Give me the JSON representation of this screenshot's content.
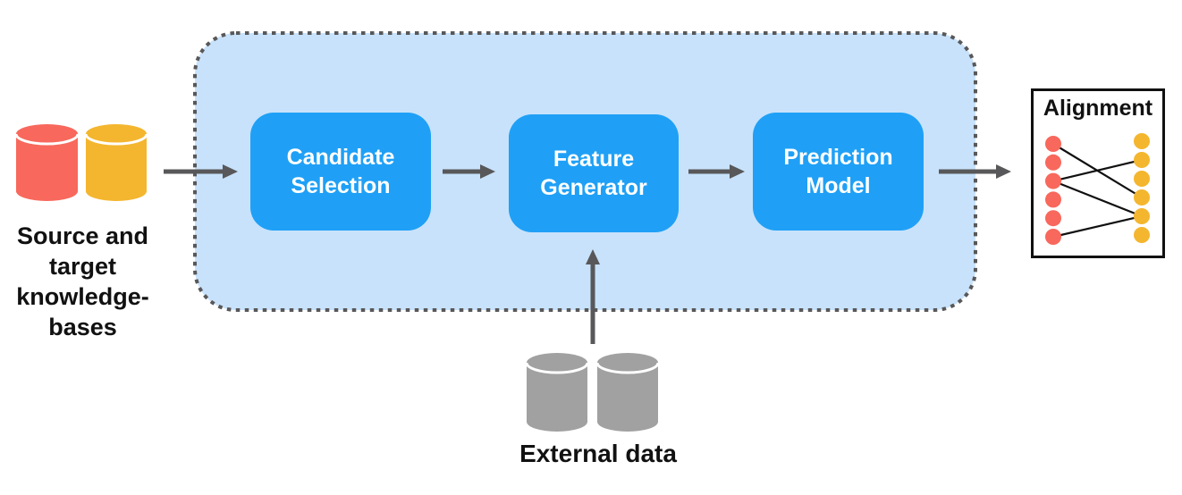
{
  "figure": {
    "source_kb": {
      "label_lines": [
        "Source and",
        "target",
        "knowledge-",
        "bases"
      ],
      "source_db_color": "#F8685C",
      "target_db_color": "#F4B62F"
    },
    "pipeline": {
      "container_fill": "#C8E2FB",
      "container_border_color": "#58585A",
      "box_fill": "#1FA0F6",
      "box_text_color": "#FFFFFF",
      "boxes": [
        {
          "id": "candidate-selection",
          "lines": [
            "Candidate",
            "Selection"
          ]
        },
        {
          "id": "feature-generator",
          "lines": [
            "Feature",
            "Generator"
          ]
        },
        {
          "id": "prediction-model",
          "lines": [
            "Prediction",
            "Model"
          ]
        }
      ]
    },
    "external": {
      "label": "External data",
      "db_color": "#A1A1A1"
    },
    "alignment": {
      "title": "Alignment",
      "left_node_count": 6,
      "right_node_count": 6,
      "left_node_color": "#F8685C",
      "right_node_color": "#F4B62F",
      "edge_color": "#111111",
      "edges": [
        [
          1,
          4
        ],
        [
          3,
          2
        ],
        [
          3,
          5
        ],
        [
          6,
          5
        ]
      ]
    },
    "arrow_color": "#58585A"
  }
}
